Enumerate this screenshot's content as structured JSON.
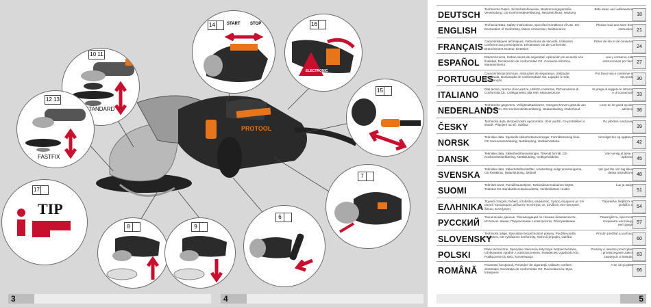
{
  "pages": {
    "left": "3",
    "middle": "4",
    "right": "5"
  },
  "brand": "PROTOOL",
  "steps": {
    "s10_11": "10 11",
    "s12_13": "12 13",
    "s14": "14",
    "s15": "15",
    "s16": "16",
    "s17": "17",
    "s6": "6",
    "s7": "7",
    "s8": "8",
    "s9": "9"
  },
  "labels": {
    "standard": "STANDARD",
    "fastfix": "FASTFIX",
    "start": "START",
    "stop": "STOP",
    "tip": "TIP",
    "ampl": "ELECTRONIC"
  },
  "languages": [
    {
      "lang": "DEUTSCH",
      "desc": "Technische Daten, Sicherheitshinweise, Bestimmungsgemäße Verwendung, CE-Konformitätserklärung, Netzanschluss, Wartung",
      "note": "Bitte lesen und aufbewahren!",
      "page": "18"
    },
    {
      "lang": "ENGLISH",
      "desc": "Technical Data, Safety Instructions, Specified Conditions of Use, EC-Declaration of Conformity, Mains connection, Maintenance",
      "note": "Please read and save these instructions!",
      "page": "21"
    },
    {
      "lang": "FRANÇAIS",
      "desc": "Caractéristiques techniques, Instructions de sécurité, Utilisation conforme aux prescriptions, Déclaration CE de Conformité, Branchement secteur, Entretien",
      "note": "Prière de lire et de conserver!",
      "page": "24"
    },
    {
      "lang": "ESPAÑOL",
      "desc": "Datos técnicos, Instrucciones de seguridad, Aplicación de acuerdo a la finalidad, Declaración de conformidad CE, Conexión eléctrica, Mantenimiento",
      "note": "Lea y conserve estas instrucciones por favor!",
      "page": "27"
    },
    {
      "lang": "PORTUGUES",
      "desc": "Características técnicas, Instruções de segurança, Utilização autorizada, Declaração de conformidade CE, Ligação à rede, Manutenção",
      "note": "Por favor leia e conserve em seu poder!",
      "page": "30"
    },
    {
      "lang": "ITALIANO",
      "desc": "Dati tecnici, Norme di sicurezza, Utilizzo conforme, Dichiarazione di Conformità CE, Collegamento alla rete, Manutenzione",
      "note": "Si prega di leggere le istruzioni e di conservarle!",
      "page": "33"
    },
    {
      "lang": "NEDERLANDS",
      "desc": "Technische gegevens, Veiligheidsadviezen, Voorgeschreven gebruik van het systeem, EG-Konformiteitsverklaring, Netaansluiting, Onderhoud",
      "note": "Lees en let goed op deze adviezen!",
      "page": "36"
    },
    {
      "lang": "ČESKY",
      "desc": "Technická data, Bezpečnostní upozornění, Účel využití, Ce-prohlášení o shodě, Připojení na síť, Údržba",
      "note": "Po přečtení uschovejte",
      "page": "39"
    },
    {
      "lang": "NORSK",
      "desc": "Tekniske data, Spesielle sikkerhetsanvisninger, Formålsmessig bruk, CE-Samsvarserklæring, Nettilkopling, Vedlikeholdelse",
      "note": "Vennligst les og oppbevar!",
      "page": "42"
    },
    {
      "lang": "DANSK",
      "desc": "Tekniske data, Sikkerhedshenvisninger, Tilsenkt formål, CE-Konformitetserklæring, Nettilslutning, Vedligeholdelse",
      "note": "Vær venlig at læse og opbevare!",
      "page": "45"
    },
    {
      "lang": "SVENSKA",
      "desc": "Tekniska data, Säkerhetsföreskrifter, Användning enligt anvisningarna, CE-försäkran, Nätanslutning, Skötsel",
      "note": "Var god läs och tag tillvara dessa instruktioner!",
      "page": "48"
    },
    {
      "lang": "SUOMI",
      "desc": "Tekniset arvot, Turvallisuusohjeet, Tarkoituksenmukainen käyttö, Todistus CE-standardinmukaisuudesta, Verkkoliitäntä, Huolto",
      "note": "Lue ja säilytä!",
      "page": "51"
    },
    {
      "lang": "ΕΛΛΗΝΙΚΑ",
      "desc": "Τεχνικά στοιχεία, Ειδικές υποδείξεις ασφαλείας, Χρήση σύμφωνα με τον σκοπό προορισμού, Δήλωση πιστότητας ce, Σύνδεση στο ηλεκτρικό δίκτυο, Συντήρηση",
      "note": "Παρακαλώ διαβάστε και φυλάξτε τις!",
      "page": "54"
    },
    {
      "lang": "РУССКИЙ",
      "desc": "Технические данные, Рекомендации по технике безопасности, Использо- вание, Подключение к электросети, Обслуживание",
      "note": "Пожалуйста, прочтите и сохраните настоящую инструкцию",
      "page": "57"
    },
    {
      "lang": "SLOVENSKY",
      "desc": "Technické údaje, Špeciálne bezpečnostné pokyny, Použitie podľa predpisov, CE-vyhlásenie konformity, Sieťová prípojka, Údržba",
      "note": "Prosím prečítať a uschovať!",
      "page": "60"
    },
    {
      "lang": "POLSKI",
      "desc": "Dane techniczne, Specjalne zalecenia dotyczące bezpieczeństwa, Użytkowanie zgodne z przeznaczeniem, Świadectwo zgodności CE, Podłączenie do sieci, Konserwacja",
      "note": "Prosimy o uważne przeczytanie i przestrzeganie zaleceń zawartych w instrukcji!",
      "page": "63"
    },
    {
      "lang": "ROMÂNĂ",
      "desc": "Parametri funcţionali, Prevederi de siguranţă, Utilizare conform destinaţiei, Declaraţia de conformitate CE, Racordarea la reţea, Întreţinere",
      "note": "A se citi şi păstra!",
      "page": "66"
    }
  ],
  "colors": {
    "accent": "#e8751a",
    "red": "#c8102e",
    "gray": "#d8d8d8"
  }
}
